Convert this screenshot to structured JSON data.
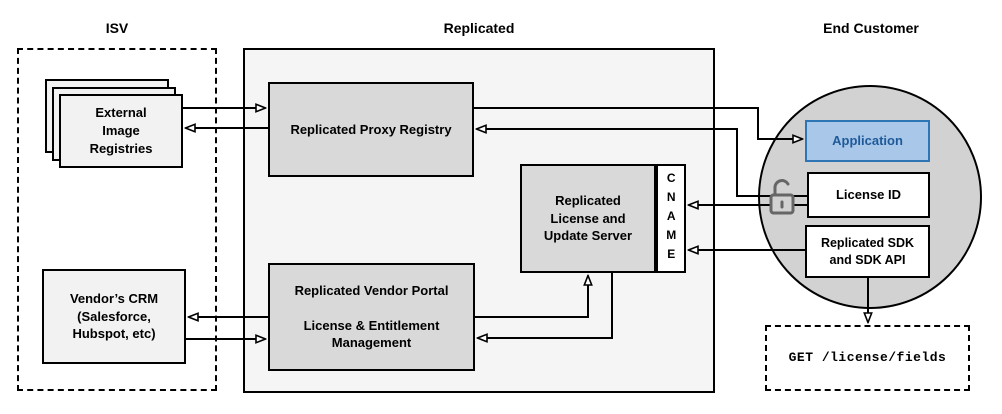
{
  "sections": {
    "isv": "ISV",
    "replicated": "Replicated",
    "end_customer": "End Customer"
  },
  "nodes": {
    "external_registries": {
      "line1": "External",
      "line2": "Image",
      "line3": "Registries"
    },
    "vendor_crm": {
      "line1": "Vendor’s CRM",
      "line2": "(Salesforce,",
      "line3": "Hubspot, etc)"
    },
    "proxy_registry": {
      "label": "Replicated Proxy Registry"
    },
    "license_server": {
      "line1": "Replicated",
      "line2": "License and",
      "line3": "Update Server"
    },
    "cname": {
      "label": "CNAME"
    },
    "vendor_portal": {
      "title": "Replicated Vendor Portal",
      "line1": "License & Entitlement",
      "line2": "Management"
    },
    "application": {
      "label": "Application"
    },
    "license_id": {
      "label": "License ID"
    },
    "replicated_sdk": {
      "line1": "Replicated SDK",
      "line2": "and SDK API"
    },
    "get_endpoint": {
      "label": "GET /license/fields"
    }
  },
  "icons": {
    "unlock": "unlock-icon"
  },
  "colors": {
    "node_gray": "#d9d9d9",
    "container_gray": "#f5f5f5",
    "external_gray": "#f2f2f2",
    "circle_gray": "#d2d2d2",
    "app_fill": "#a9c7e8",
    "app_border": "#2e75b6",
    "app_text": "#1e5a9a",
    "line": "#000000",
    "lock_gray": "#666666"
  }
}
